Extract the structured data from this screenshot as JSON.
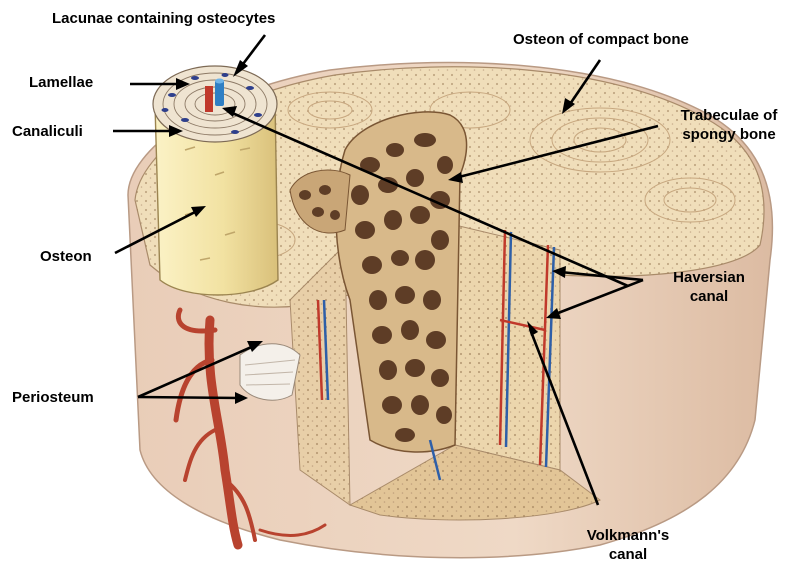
{
  "labels": {
    "lacunae": "Lacunae containing osteocytes",
    "lamellae": "Lamellae",
    "canaliculi": "Canaliculi",
    "osteon": "Osteon",
    "periosteum": "Periosteum",
    "osteon_compact": "Osteon of compact bone",
    "trabeculae_l1": "Trabeculae of",
    "trabeculae_l2": "spongy bone",
    "haversian_l1": "Haversian",
    "haversian_l2": "canal",
    "volkmann_l1": "Volkmann's",
    "volkmann_l2": "canal"
  },
  "colors": {
    "bone_light": "#f1e2c4",
    "bone_mid": "#e6cfa3",
    "bone_dark": "#b48a5e",
    "spongy_dark": "#5e3d26",
    "osteon_cream": "#f4e6a6",
    "artery_red": "#c0392b",
    "vein_blue": "#2e5fa8",
    "outer_skin": "#ead0bd"
  }
}
